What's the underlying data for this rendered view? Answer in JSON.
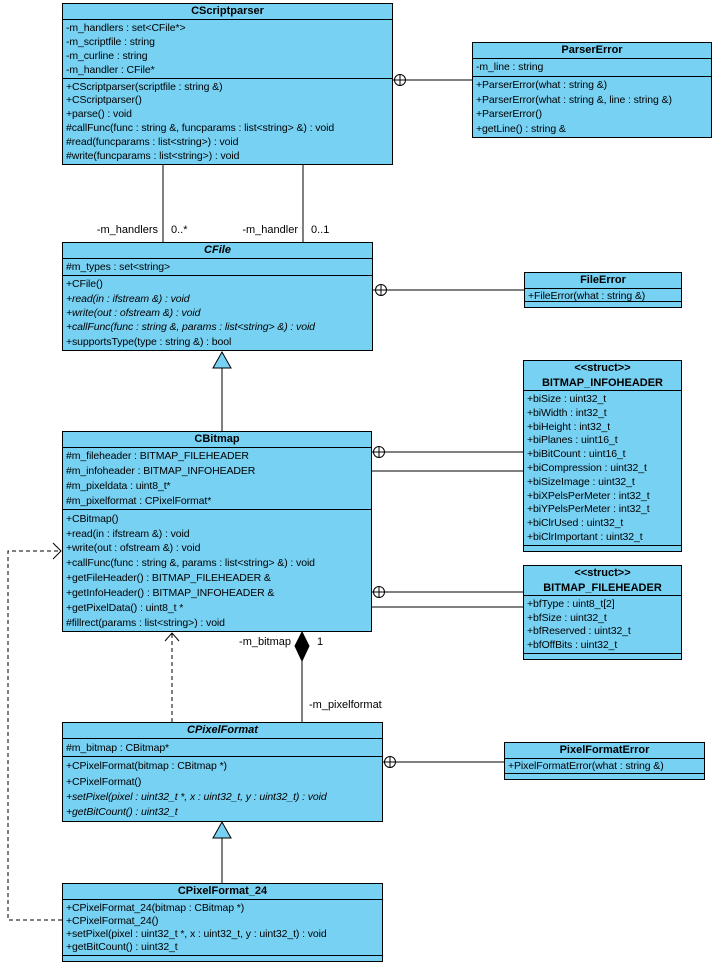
{
  "colors": {
    "class_fill": "#76d1f3",
    "line": "#000000",
    "background": "#ffffff"
  },
  "classes": {
    "cscriptparser": {
      "name": "CScriptparser",
      "attributes": [
        "-m_handlers : set<CFile*>",
        "-m_scriptfile : string",
        "-m_curline : string",
        "-m_handler : CFile*"
      ],
      "methods": [
        "+CScriptparser(scriptfile : string &)",
        "+CScriptparser()",
        "+parse() : void",
        "#callFunc(func : string &, funcparams : list<string> &) : void",
        "#read(funcparams : list<string>) : void",
        "#write(funcparams : list<string>) : void"
      ]
    },
    "parsererror": {
      "name": "ParserError",
      "attributes": [
        "-m_line : string"
      ],
      "methods": [
        "+ParserError(what : string &)",
        "+ParserError(what : string &, line : string &)",
        "+ParserError()",
        "+getLine() : string &"
      ]
    },
    "cfile": {
      "name": "CFile",
      "attributes": [
        "#m_types : set<string>"
      ],
      "methods": [
        "+CFile()",
        "+read(in : ifstream &) : void",
        "+write(out : ofstream &) : void",
        "+callFunc(func : string &, params : list<string> &) : void",
        "+supportsType(type : string &) : bool"
      ]
    },
    "fileerror": {
      "name": "FileError",
      "methods": [
        "+FileError(what : string &)"
      ]
    },
    "cbitmap": {
      "name": "CBitmap",
      "attributes": [
        "#m_fileheader : BITMAP_FILEHEADER",
        "#m_infoheader : BITMAP_INFOHEADER",
        "#m_pixeldata : uint8_t*",
        "#m_pixelformat : CPixelFormat*"
      ],
      "methods": [
        "+CBitmap()",
        "+read(in : ifstream &) : void",
        "+write(out : ofstream &) : void",
        "+callFunc(func : string &, params : list<string> &) : void",
        "+getFileHeader() : BITMAP_FILEHEADER &",
        "+getInfoHeader() : BITMAP_INFOHEADER &",
        "+getPixelData() : uint8_t *",
        "#fillrect(params : list<string>) : void"
      ]
    },
    "bitmap_infoheader": {
      "stereotype": "<<struct>>",
      "name": "BITMAP_INFOHEADER",
      "attributes": [
        "+biSize : uint32_t",
        "+biWidth : int32_t",
        "+biHeight : int32_t",
        "+biPlanes : uint16_t",
        "+biBitCount : uint16_t",
        "+biCompression : uint32_t",
        "+biSizeImage : uint32_t",
        "+biXPelsPerMeter : int32_t",
        "+biYPelsPerMeter : int32_t",
        "+biClrUsed : uint32_t",
        "+biClrImportant : uint32_t"
      ]
    },
    "bitmap_fileheader": {
      "stereotype": "<<struct>>",
      "name": "BITMAP_FILEHEADER",
      "attributes": [
        "+bfType : uint8_t[2]",
        "+bfSize : uint32_t",
        "+bfReserved : uint32_t",
        "+bfOffBits : uint32_t"
      ]
    },
    "cpixelformat": {
      "name": "CPixelFormat",
      "attributes": [
        "#m_bitmap : CBitmap*"
      ],
      "methods": [
        "+CPixelFormat(bitmap : CBitmap *)",
        "+CPixelFormat()",
        "+setPixel(pixel : uint32_t *, x : uint32_t, y : uint32_t) : void",
        "+getBitCount() : uint32_t"
      ]
    },
    "pixelformaterror": {
      "name": "PixelFormatError",
      "methods": [
        "+PixelFormatError(what : string &)"
      ]
    },
    "cpixelformat_24": {
      "name": "CPixelFormat_24",
      "methods": [
        "+CPixelFormat_24(bitmap : CBitmap *)",
        "+CPixelFormat_24()",
        "+setPixel(pixel : uint32_t *, x : uint32_t, y : uint32_t) : void",
        "+getBitCount() : uint32_t"
      ]
    }
  },
  "connector_labels": {
    "m_handlers": "-m_handlers",
    "m_handlers_mult": "0..*",
    "m_handler": "-m_handler",
    "m_handler_mult": "0..1",
    "m_bitmap": "-m_bitmap",
    "m_bitmap_mult": "1",
    "m_pixelformat": "-m_pixelformat"
  }
}
